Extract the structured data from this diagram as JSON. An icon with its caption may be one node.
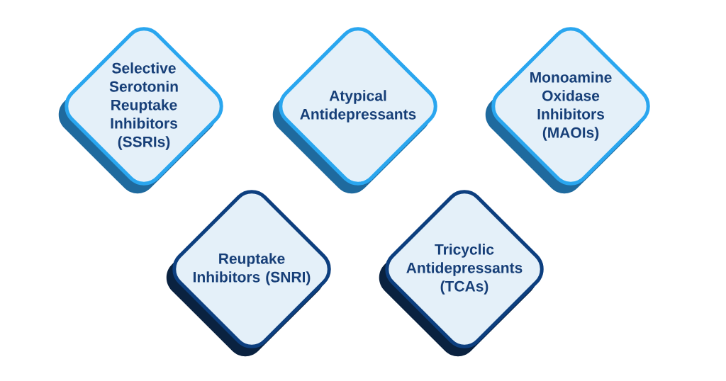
{
  "diagram": {
    "nodes": [
      {
        "text": [
          "Selective Serotonin Reuptake Inhibitors (SSRIs)"
        ]
      },
      {
        "text": [
          "Atypical Antidepressants"
        ]
      },
      {
        "text": [
          "Monoamine Oxidase Inhibitors (MAOIs)"
        ]
      },
      {
        "text": [
          "Reuptake Inhibitors (SNRI)"
        ]
      },
      {
        "text": [
          "Tricyclic Antidepressants (TCAs)"
        ]
      }
    ]
  }
}
